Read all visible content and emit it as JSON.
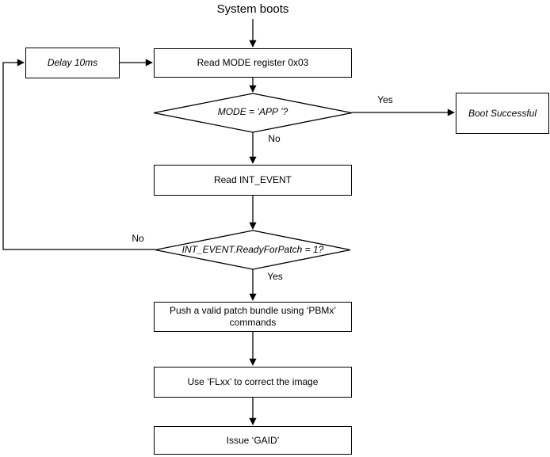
{
  "title": "System boots",
  "nodes": {
    "delay": {
      "label": "Delay 10ms"
    },
    "read_mode": {
      "label": "Read MODE register 0x03"
    },
    "mode_check": {
      "label": "MODE = ‘APP ’?"
    },
    "boot_successful": {
      "label": "Boot Successful"
    },
    "read_int_event": {
      "label": "Read INT_EVENT"
    },
    "ready_check": {
      "label": "INT_EVENT.ReadyForPatch = 1?"
    },
    "push_patch": {
      "label": "Push a valid patch bundle using ‘PBMx’ commands"
    },
    "use_flxx": {
      "label": "Use ‘FLxx’ to correct the image"
    },
    "issue_gaid": {
      "label": "Issue ‘GAID’"
    }
  },
  "edge_labels": {
    "mode_yes": "Yes",
    "mode_no": "No",
    "ready_no": "No",
    "ready_yes": "Yes"
  },
  "colors": {
    "stroke": "#000000",
    "background": "#ffffff"
  }
}
